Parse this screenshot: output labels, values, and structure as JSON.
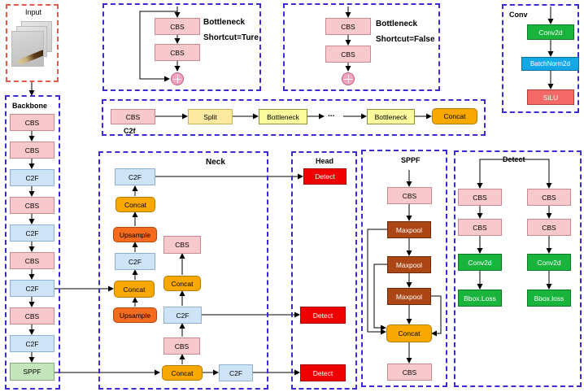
{
  "input": {
    "label": "Input"
  },
  "bottleneck_true": {
    "title": "Bottleneck",
    "shortcut": "Shortcut=Ture",
    "cbs1": "CBS",
    "cbs2": "CBS"
  },
  "bottleneck_false": {
    "title": "Bottleneck",
    "shortcut": "Shortcut=False",
    "cbs1": "CBS",
    "cbs2": "CBS"
  },
  "conv": {
    "title": "Conv",
    "conv2d": "Conv2d",
    "batchnorm": "BatchNorm2d",
    "silu": "SiLU"
  },
  "c2f": {
    "title": "C2f",
    "cbs": "CBS",
    "split": "Split",
    "bottleneck1": "Bottleneck",
    "dots": "...",
    "bottleneck2": "Bottleneck",
    "concat": "Concat"
  },
  "backbone": {
    "title": "Backbone",
    "items": [
      "CBS",
      "CBS",
      "C2F",
      "CBS",
      "C2F",
      "CBS",
      "C2F",
      "CBS",
      "C2F",
      "SPPF"
    ]
  },
  "neck": {
    "title": "Neck",
    "left_col": [
      "C2F",
      "Concat",
      "Upsample",
      "C2F",
      "Concat",
      "Upsample"
    ],
    "right_col": [
      "CBS",
      "Concat",
      "C2F",
      "CBS",
      "Concat"
    ],
    "bottom_c2f": "C2F"
  },
  "head": {
    "title": "Head",
    "detects": [
      "Detect",
      "Detect",
      "Detect"
    ]
  },
  "sppf": {
    "title": "SPPF",
    "cbs_top": "CBS",
    "maxpools": [
      "Maxpool",
      "Maxpool",
      "Maxpool"
    ],
    "concat": "Concat",
    "cbs_bottom": "CBS"
  },
  "detect": {
    "title": "Detect",
    "branches": [
      {
        "cbs1": "CBS",
        "cbs2": "CBS",
        "conv": "Conv2d",
        "loss": "Bbox.Loss"
      },
      {
        "cbs1": "CBS",
        "cbs2": "CBS",
        "conv": "Conv2d",
        "loss": "Bbox.loss"
      }
    ]
  }
}
